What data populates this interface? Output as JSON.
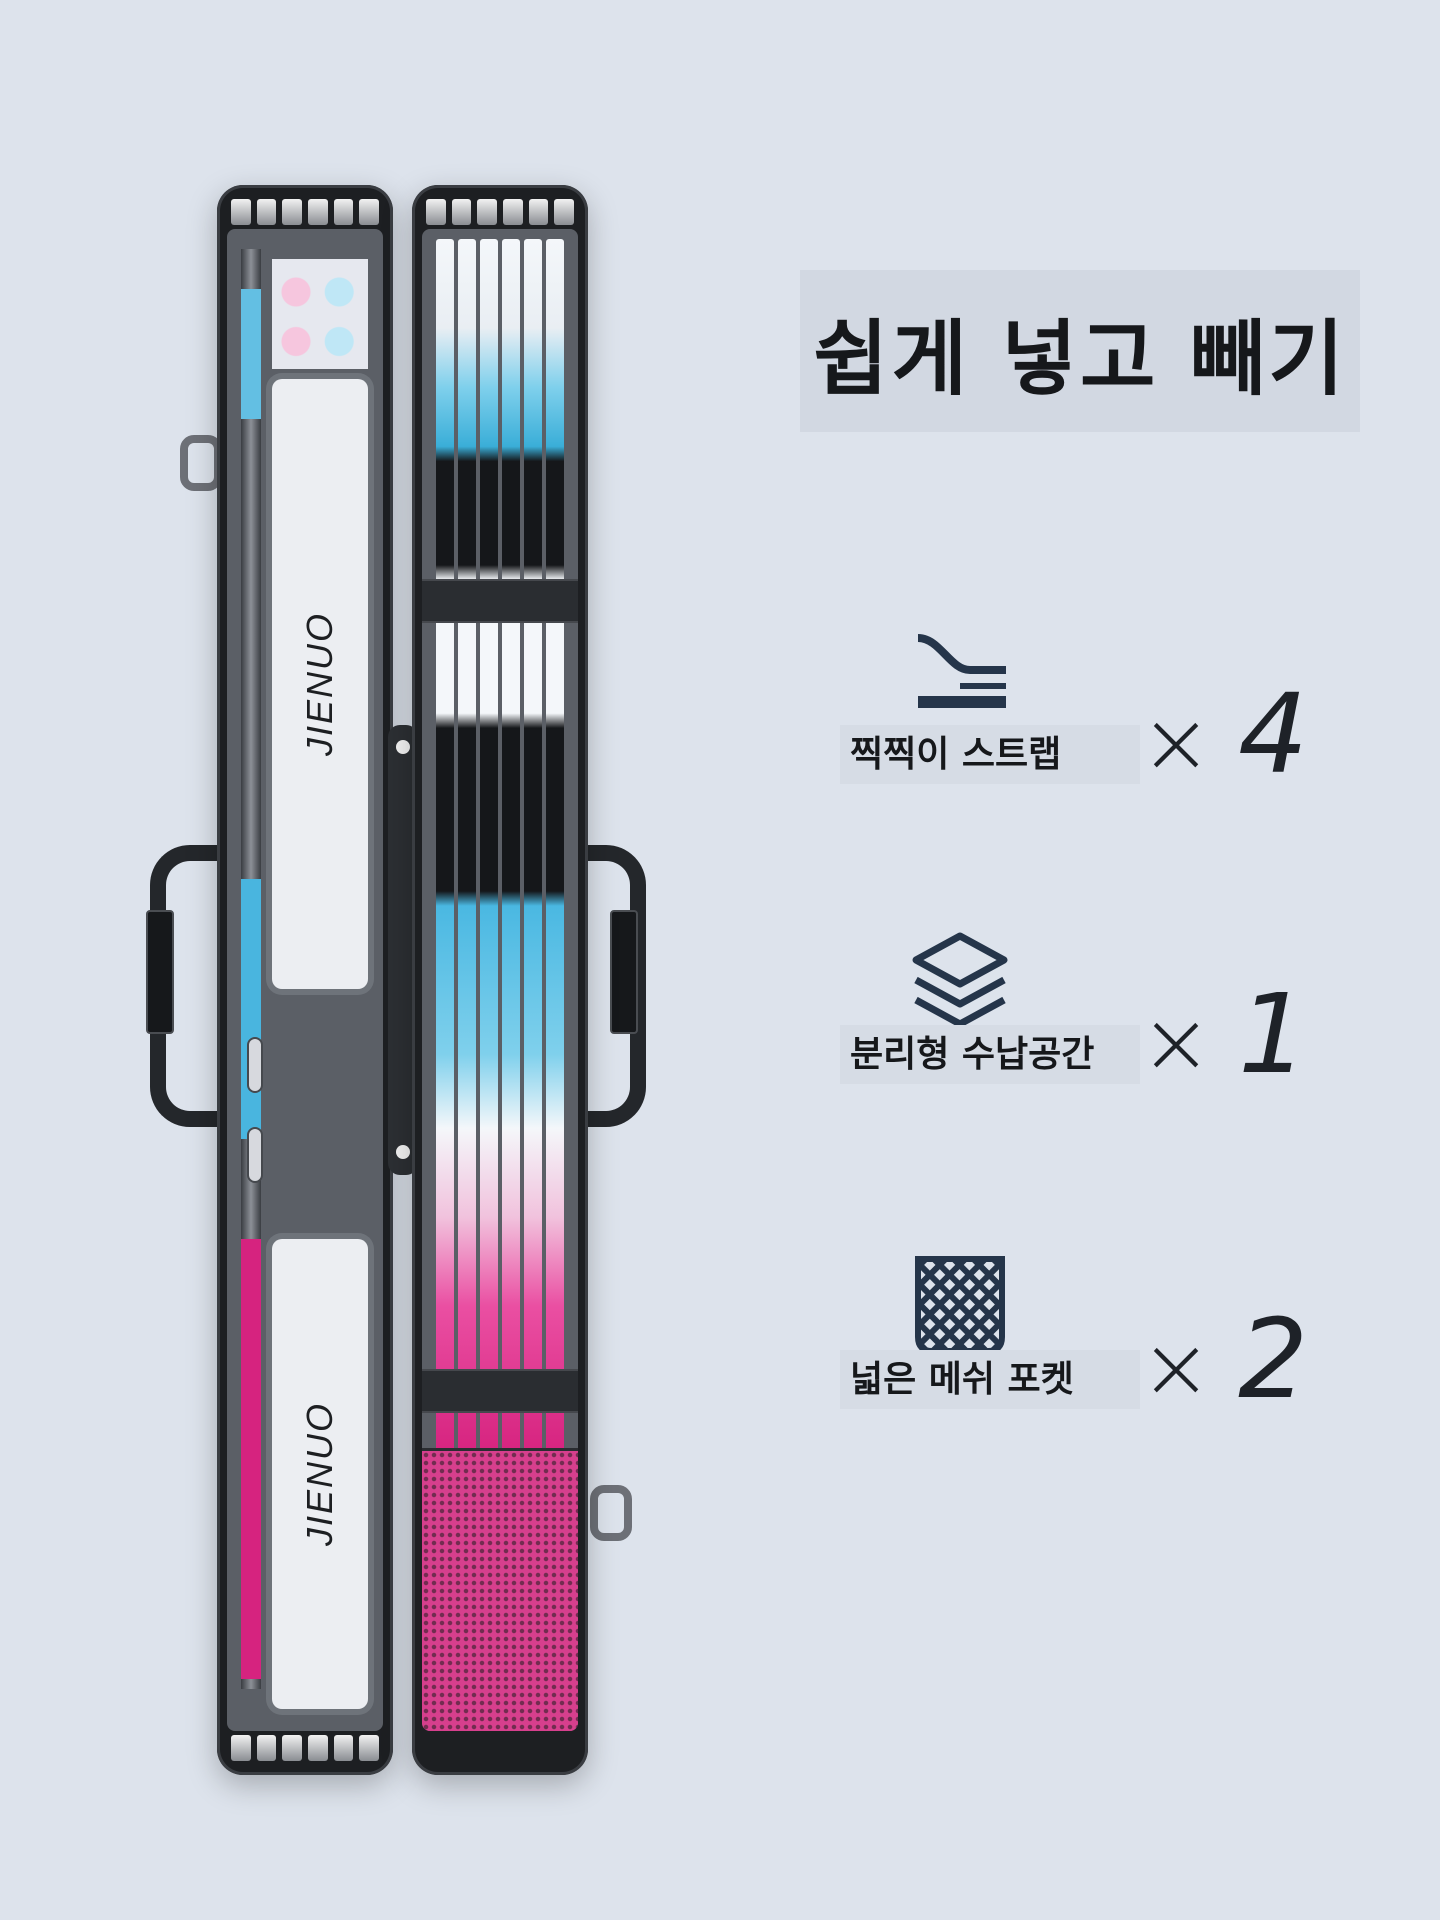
{
  "title": "쉽게 넣고 빼기",
  "product": {
    "brand_top": "JIENUO",
    "brand_bottom": "JIENUO"
  },
  "features": [
    {
      "icon": "strap-icon",
      "label": "찍찍이 스트랩",
      "multiplier": "×",
      "count": "4"
    },
    {
      "icon": "layers-icon",
      "label": "분리형 수납공간",
      "multiplier": "×",
      "count": "1"
    },
    {
      "icon": "mesh-pocket-icon",
      "label": "넓은 메쉬 포켓",
      "multiplier": "×",
      "count": "2"
    }
  ],
  "colors": {
    "background": "#dde3ec",
    "text": "#16181b",
    "case": "#1d1f22",
    "rod_blue": "#3aaed8",
    "rod_pink": "#d6237f"
  }
}
